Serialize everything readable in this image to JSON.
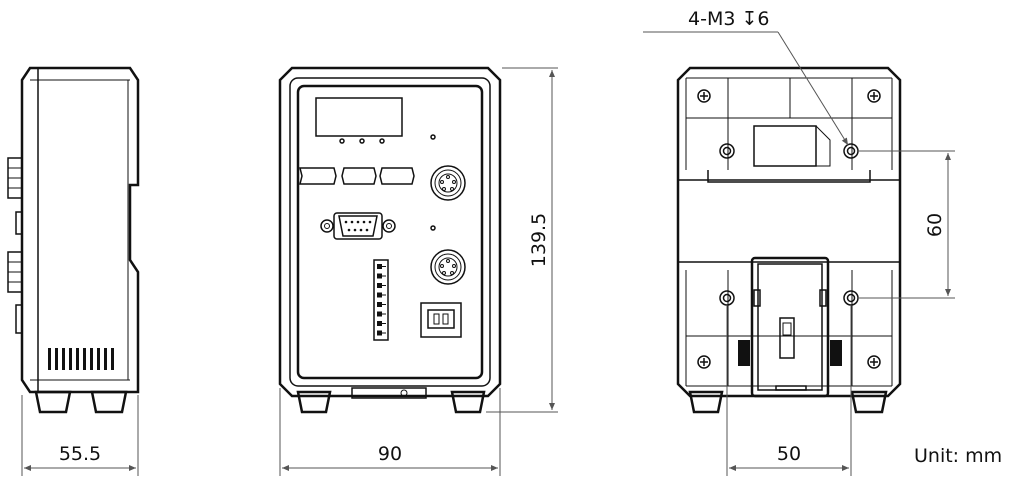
{
  "dimensions": {
    "side_width": "55.5",
    "front_width": "90",
    "front_height": "139.5",
    "mount_hole_spacing_x": "50",
    "mount_hole_spacing_y": "60"
  },
  "annotations": {
    "screw_callout": "4-M3 ↧6",
    "unit": "Unit: mm"
  }
}
